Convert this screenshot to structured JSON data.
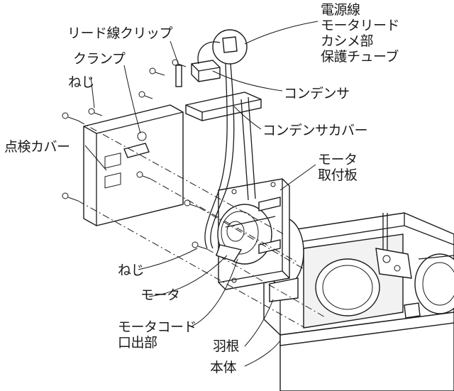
{
  "labels": {
    "power_cable": "電源線",
    "motor_lead_caulk_tube": "モータリード\nカシメ部\n保護チューブ",
    "lead_wire_clip": "リード線クリップ",
    "clamp": "クランプ",
    "screw_top": "ねじ",
    "capacitor": "コンデンサ",
    "capacitor_cover": "コンデンサカバー",
    "inspection_cover": "点検カバー",
    "motor_mount_plate": "モータ\n取付板",
    "screw_bottom": "ねじ",
    "motor": "モータ",
    "motor_cord_outlet": "モータコード\n口出部",
    "impeller": "羽根",
    "main_body": "本体"
  }
}
